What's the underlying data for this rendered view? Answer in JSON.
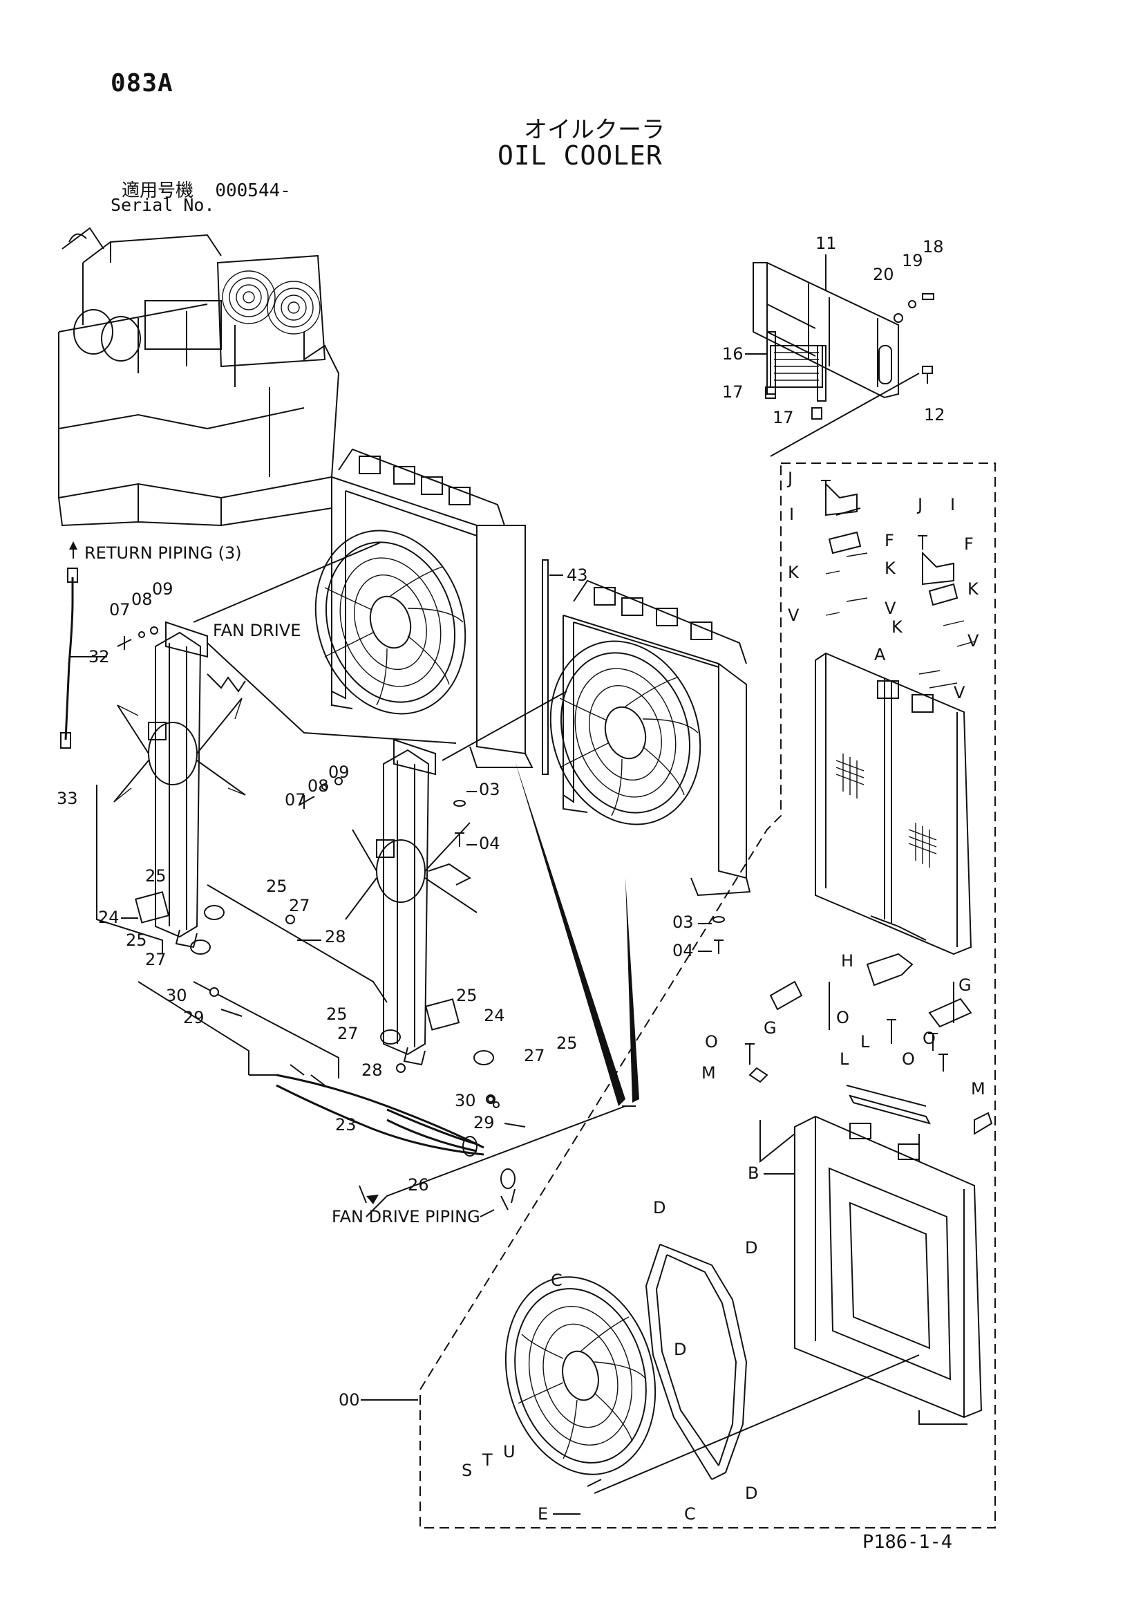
{
  "header": {
    "page_code": "083A",
    "title_jp": "オイルクーラ",
    "title_en": "OIL COOLER",
    "serial_label_jp": "適用号機",
    "serial_range": "000544-",
    "serial_label_en": "Serial No."
  },
  "footer": {
    "page_ref": "P186-1-4"
  },
  "callouts": {
    "return_piping": "RETURN PIPING (3)",
    "fan_drive": "FAN DRIVE",
    "fan_drive_piping": "FAN DRIVE PIPING"
  },
  "part_numbers": {
    "n00": "00",
    "n03": "03",
    "n04": "04",
    "n07": "07",
    "n08": "08",
    "n09": "09",
    "n11": "11",
    "n12": "12",
    "n16": "16",
    "n17": "17",
    "n18": "18",
    "n19": "19",
    "n20": "20",
    "n23": "23",
    "n24": "24",
    "n25": "25",
    "n26": "26",
    "n27": "27",
    "n28": "28",
    "n29": "29",
    "n30": "30",
    "n32": "32",
    "n33": "33",
    "n43": "43"
  },
  "part_letters": {
    "A": "A",
    "B": "B",
    "C": "C",
    "D": "D",
    "E": "E",
    "F": "F",
    "G": "G",
    "H": "H",
    "I": "I",
    "J": "J",
    "K": "K",
    "L": "L",
    "M": "M",
    "O": "O",
    "S": "S",
    "T": "T",
    "U": "U",
    "V": "V"
  }
}
